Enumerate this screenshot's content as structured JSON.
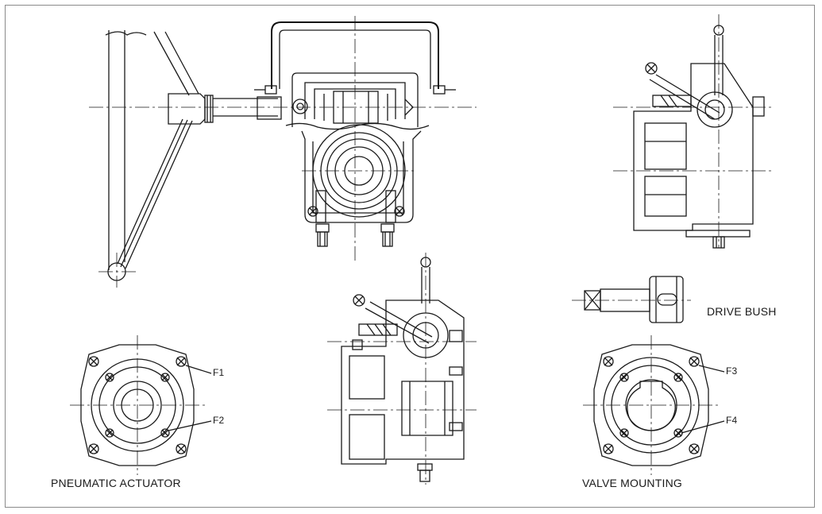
{
  "labels": {
    "drive_bush": "DRIVE BUSH",
    "pneumatic_actuator": "PNEUMATIC ACTUATOR",
    "valve_mounting": "VALVE MOUNTING",
    "f1": "F1",
    "f2": "F2",
    "f3": "F3",
    "f4": "F4"
  },
  "colors": {
    "line": "#1a1a1a",
    "frame": "#8a8a8a",
    "background": "#ffffff"
  }
}
